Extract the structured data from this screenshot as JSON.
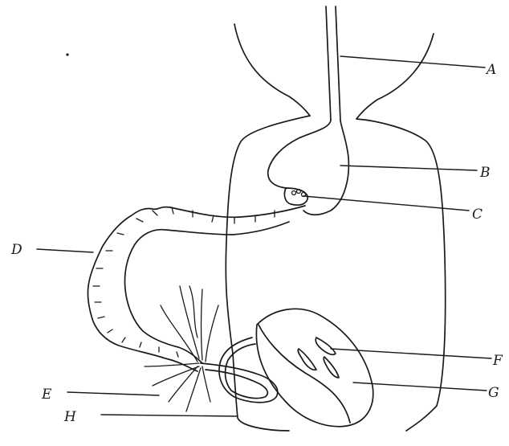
{
  "labels": {
    "A": "A",
    "B": "B",
    "C": "C",
    "D": "D",
    "E": "E",
    "F": "F",
    "G": "G",
    "H": "H"
  },
  "colors": {
    "ink": "#1a1a1a",
    "background": "#ffffff"
  }
}
